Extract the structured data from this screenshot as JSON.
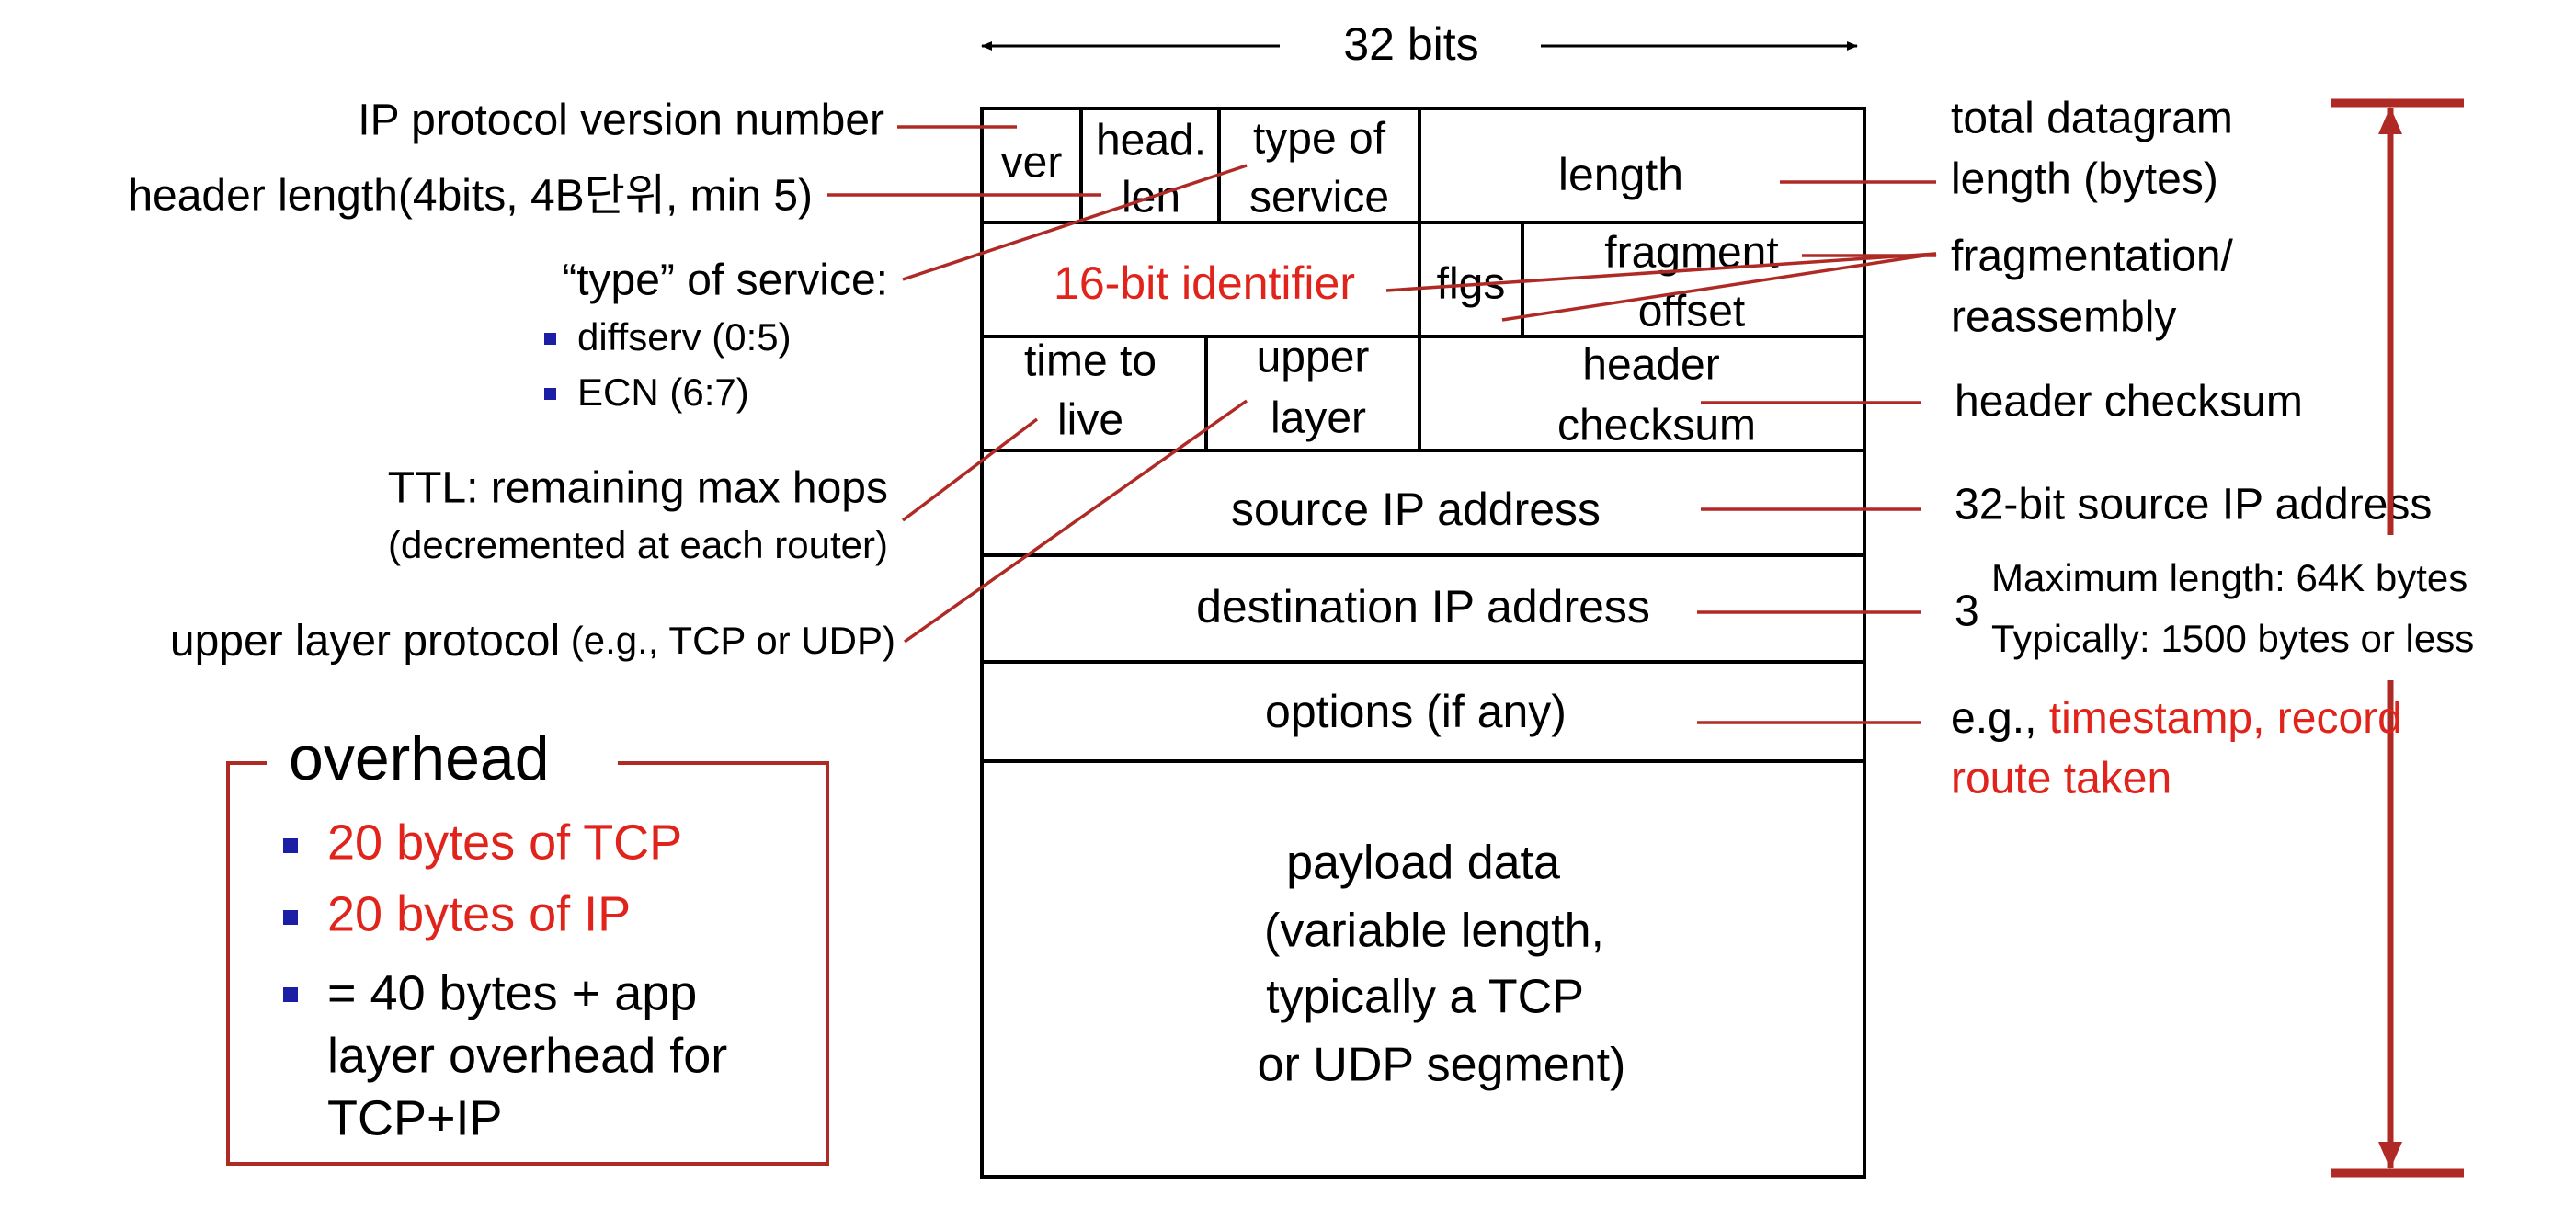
{
  "header": {
    "width_label": "32 bits"
  },
  "fields": {
    "ver": "ver",
    "head_len_1": "head.",
    "head_len_2": "len",
    "tos_1": "type of",
    "tos_2": "service",
    "length": "length",
    "identifier": "16-bit identifier",
    "flgs": "flgs",
    "frag_1": "fragment",
    "frag_2": "offset",
    "ttl_1": "time to",
    "ttl_2": "live",
    "upper_1": "upper",
    "upper_2": "layer",
    "checksum_1": "header",
    "checksum_2": "checksum",
    "source": "source IP address",
    "destination": "destination IP address",
    "options": "options (if any)",
    "payload_1": "payload data",
    "payload_2": "(variable length,",
    "payload_3": "typically a TCP",
    "payload_4": "or UDP segment)"
  },
  "left_labels": {
    "version": "IP protocol version number",
    "header_length": "header length(4bits, 4B단위, min 5)",
    "tos_title": "“type” of service:",
    "tos_diffserv": "diffserv (0:5)",
    "tos_ecn": "ECN (6:7)",
    "ttl_1": "TTL: remaining  max hops",
    "ttl_2": "(decremented at each router)",
    "upper_main": "upper layer protocol",
    "upper_small": " (e.g., TCP or UDP)"
  },
  "right_labels": {
    "total_1": "total datagram",
    "total_2": "length (bytes)",
    "frag_1": "fragmentation/",
    "frag_2": "reassembly",
    "checksum": "header checksum",
    "source": "32-bit source IP address",
    "dest_partial": "3",
    "max_1": "Maximum length: 64K bytes",
    "max_2": "Typically: 1500 bytes or less",
    "options_prefix": "e.g., ",
    "options_red_1": "timestamp, record",
    "options_red_2": "route taken"
  },
  "overhead": {
    "title": "overhead",
    "item_1": "20 bytes of TCP",
    "item_2": "20 bytes of IP",
    "item_3a": "= 40 bytes + app",
    "item_3b": "layer overhead for",
    "item_3c": "TCP+IP"
  },
  "colors": {
    "red_text": "#e0231b",
    "lead_line": "#b02a25",
    "bullet": "#1c1ea6"
  }
}
